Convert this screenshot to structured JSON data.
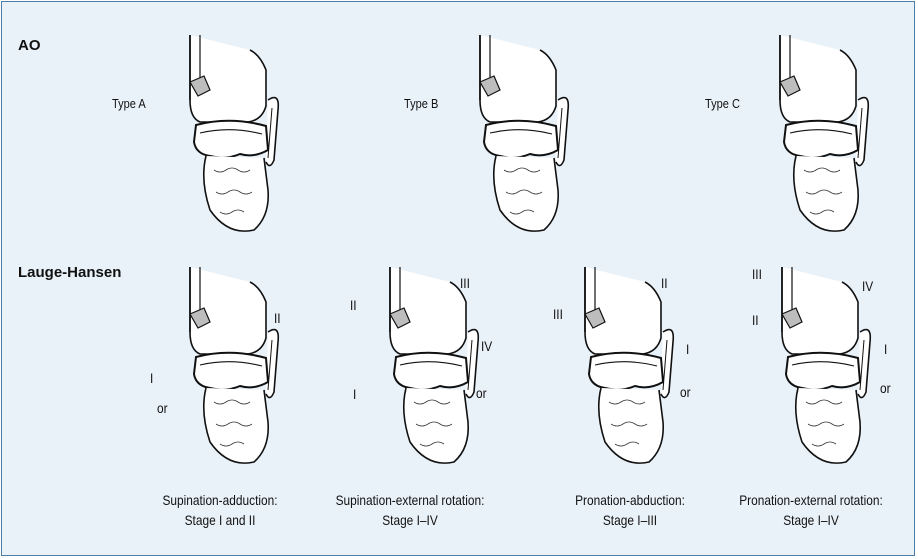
{
  "sections": {
    "ao": "AO",
    "lauge_hansen": "Lauge-Hansen"
  },
  "ao_types": [
    "Type A",
    "Type B",
    "Type C"
  ],
  "markers": {
    "sa": [
      "II",
      "I",
      "or"
    ],
    "ser": [
      "III",
      "II",
      "IV",
      "I",
      "or"
    ],
    "pa": [
      "III",
      "II",
      "I",
      "or"
    ],
    "per": [
      "III",
      "IV",
      "II",
      "I",
      "or"
    ]
  },
  "captions": [
    {
      "name": "Supination-adduction:",
      "stage": "Stage I and II"
    },
    {
      "name": "Supination-external rotation:",
      "stage": "Stage I–IV"
    },
    {
      "name": "Pronation-abduction:",
      "stage": "Stage I–III"
    },
    {
      "name": "Pronation-external rotation:",
      "stage": "Stage I–IV"
    }
  ],
  "colors": {
    "background": "#eaf2f9",
    "border": "#4f7fa6",
    "bone_fill": "#ffffff",
    "fragment_fill": "#bdbdbd",
    "ink": "#111111"
  }
}
